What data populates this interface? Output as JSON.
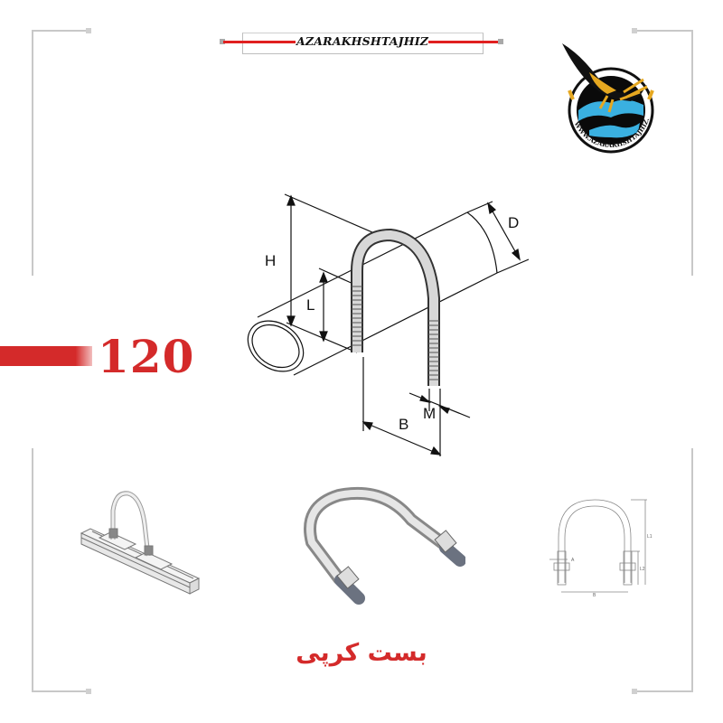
{
  "brand": {
    "name": "AZARAKHSHTAJHIZ",
    "accent_color": "#e02020"
  },
  "logo": {
    "icon": "eagle-emblem-icon",
    "ring_text": "WWW.AZARAKHSHTAJHIZ.COM"
  },
  "product": {
    "number": "120",
    "title_fa": "بست کرپی",
    "accent_color": "#d42a2a"
  },
  "main_diagram": {
    "labels": {
      "H": "H",
      "L": "L",
      "D": "D",
      "B": "B",
      "M": "M"
    }
  },
  "thumbnails": [
    {
      "name": "u-bolt-on-channel-rail"
    },
    {
      "name": "u-bolt-photo"
    },
    {
      "name": "u-bolt-technical-drawing",
      "labels": [
        "A",
        "B",
        "L1",
        "L2"
      ]
    }
  ]
}
